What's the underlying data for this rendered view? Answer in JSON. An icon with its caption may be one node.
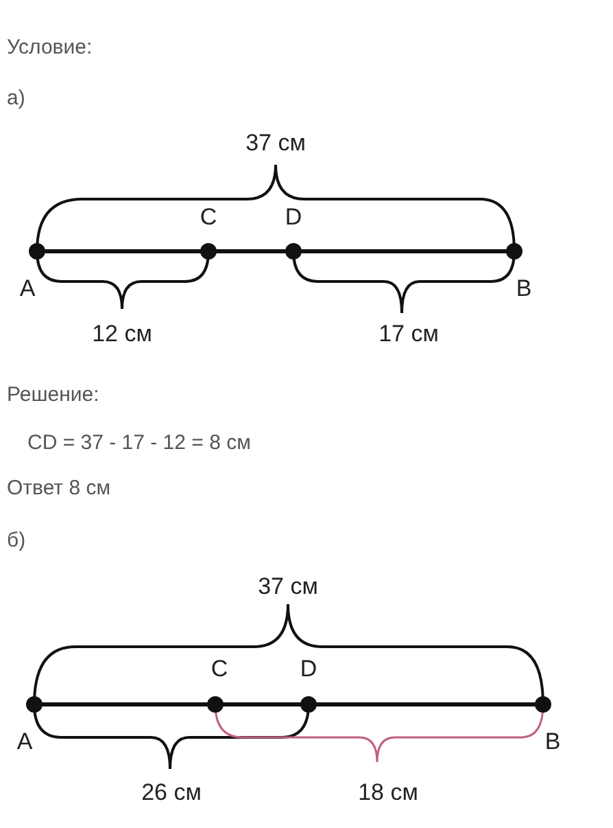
{
  "diagram": {
    "labels": [
      "Условие:",
      "а)",
      "37 см",
      "C",
      "D",
      "A",
      "B",
      "12 см",
      "17 см",
      "Решение:",
      "CD = 37 - 17 - 12 = 8 см",
      "Ответ 8 см",
      "б)",
      "37 см",
      "C",
      "D",
      "A",
      "B",
      "26 см",
      "18 см"
    ]
  }
}
